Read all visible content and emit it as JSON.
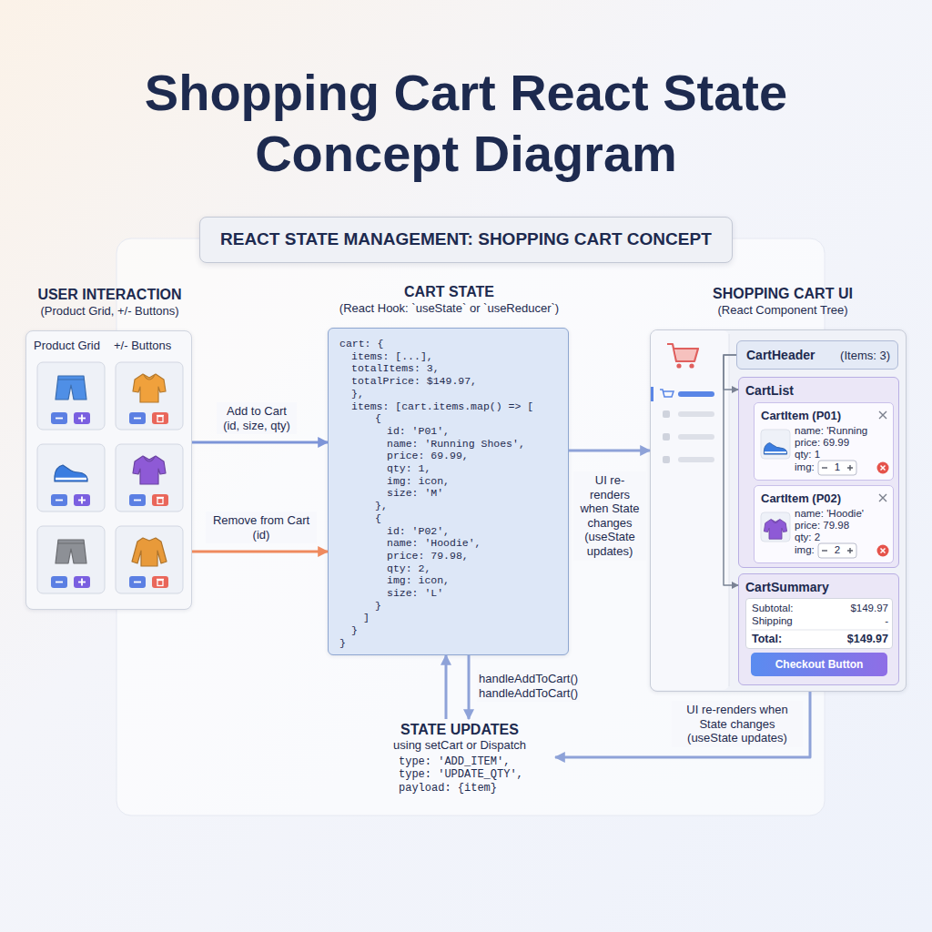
{
  "diagram": {
    "title": "Shopping Cart React State Concept Diagram",
    "nodes": [
      {
        "text": [
          "REACT STATE MANAGEMENT: SHOPPING CART CONCEPT"
        ]
      },
      {
        "text": [
          "USER INTERACTION",
          "(Product Grid, +/- Buttons)",
          "Product Grid",
          "+/- Buttons"
        ]
      },
      {
        "text": [
          "CART STATE",
          "(React Hook: `useState` or `useReducer`)",
          "cart: {",
          "items: [...],",
          "totalItems: 3,",
          "totalPrice: $149.97,",
          "},",
          "items: [cart.items.map() => [",
          "{",
          "id: 'P01',",
          "name: 'Running Shoes',",
          "price: 69.99,",
          "qty: 1,",
          "img: icon,",
          "size: 'M'",
          "},",
          "{",
          "id: 'P02',",
          "name: 'Hoodie',",
          "price: 79.98,",
          "qty: 2,",
          "img: icon,",
          "size: 'L'",
          "}",
          "]",
          "}",
          "}"
        ]
      },
      {
        "text": [
          "SHOPPING CART UI",
          "(React Component Tree)"
        ]
      },
      {
        "text": [
          "CartHeader",
          "(Items: 3)"
        ],
        "in": 3
      },
      {
        "text": [
          "CartList"
        ],
        "in": 3
      },
      {
        "text": [
          "CartItem (P01)",
          "name: 'Running",
          "price: 69.99",
          "qty: 1",
          "img:",
          "1"
        ],
        "in": 5
      },
      {
        "text": [
          "CartItem (P02)",
          "name: 'Hoodie'",
          "price: 79.98",
          "qty: 2",
          "img:",
          "2"
        ],
        "in": 5
      },
      {
        "text": [
          "CartSummary"
        ],
        "in": 3
      },
      {
        "text": [
          "Subtotal:",
          "$149.97",
          "Shipping",
          "-",
          "Total:",
          "$149.97"
        ],
        "in": 8
      },
      {
        "text": [
          "Checkout Button"
        ],
        "in": 8
      },
      {
        "text": [
          "STATE UPDATES",
          "using setCart or Dispatch",
          "type: 'ADD_ITEM',",
          "type: 'UPDATE_QTY',",
          "payload: {item}"
        ]
      }
    ],
    "edges": [
      {
        "from": 1,
        "to": 2,
        "arrow": "to",
        "label": "Add to Cart (id, size, qty)"
      },
      {
        "from": 1,
        "to": 2,
        "arrow": "to",
        "label": "Remove from Cart (id)"
      },
      {
        "from": 2,
        "to": 3,
        "arrow": "to",
        "label": "UI re-renders when State changes (useState updates)"
      },
      {
        "from": 11,
        "to": 2,
        "arrow": "to"
      },
      {
        "from": 2,
        "to": 11,
        "arrow": "to",
        "label": "handleAddToCart() handleAddToCart()"
      },
      {
        "from": 3,
        "to": 11,
        "arrow": "to",
        "label": "UI re-renders when State changes (useState updates)"
      },
      {
        "from": 4,
        "to": 5,
        "arrow": "to"
      },
      {
        "from": 4,
        "to": 8,
        "arrow": "to"
      }
    ]
  }
}
